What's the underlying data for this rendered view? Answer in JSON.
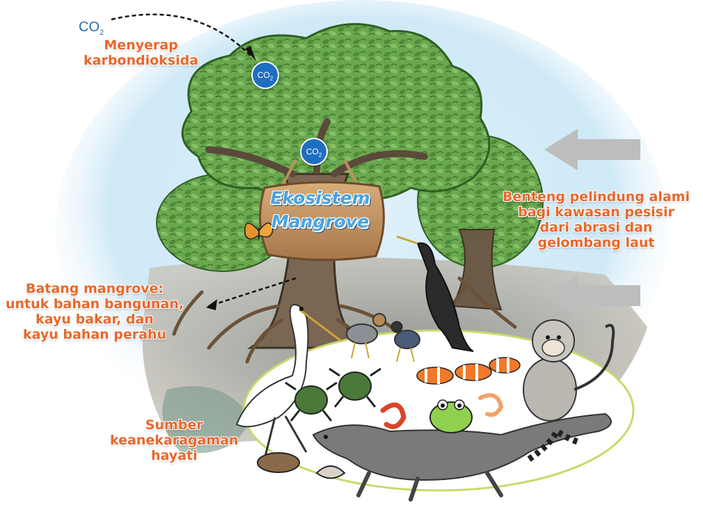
{
  "co2_symbol": "CO",
  "co2_subscript": "2",
  "title_line1": "Ekosistem",
  "title_line2": "Mangrove",
  "label_co2": [
    "Menyerap",
    "karbondioksida"
  ],
  "label_protection": [
    "Benteng pelindung alami",
    "bagi kawasan pesisir",
    "dari abrasi dan",
    "gelombang laut"
  ],
  "label_trunk": [
    "Batang mangrove:",
    "untuk bahan bangunan,",
    "kayu bakar, dan",
    "kayu bahan perahu"
  ],
  "label_biodiversity": [
    "Sumber",
    "keanekaragaman",
    "hayati"
  ],
  "colors": {
    "label_orange": "#e8672b",
    "co2_blue": "#1f6fc1",
    "canopy_green": "#6aa84f",
    "sky_blue": "#cfe9f7",
    "arrow_gray": "#bdbdbd",
    "sign_wood": "#c79a64"
  },
  "icons": [
    "butterfly-icon",
    "egret-icon",
    "heron-icon",
    "darter-bird-icon",
    "monkey-icon",
    "monitor-lizard-icon",
    "crab-icon",
    "frog-icon",
    "clownfish-icon",
    "shrimp-icon",
    "snake-icon",
    "mudskipper-icon",
    "clam-icon"
  ]
}
